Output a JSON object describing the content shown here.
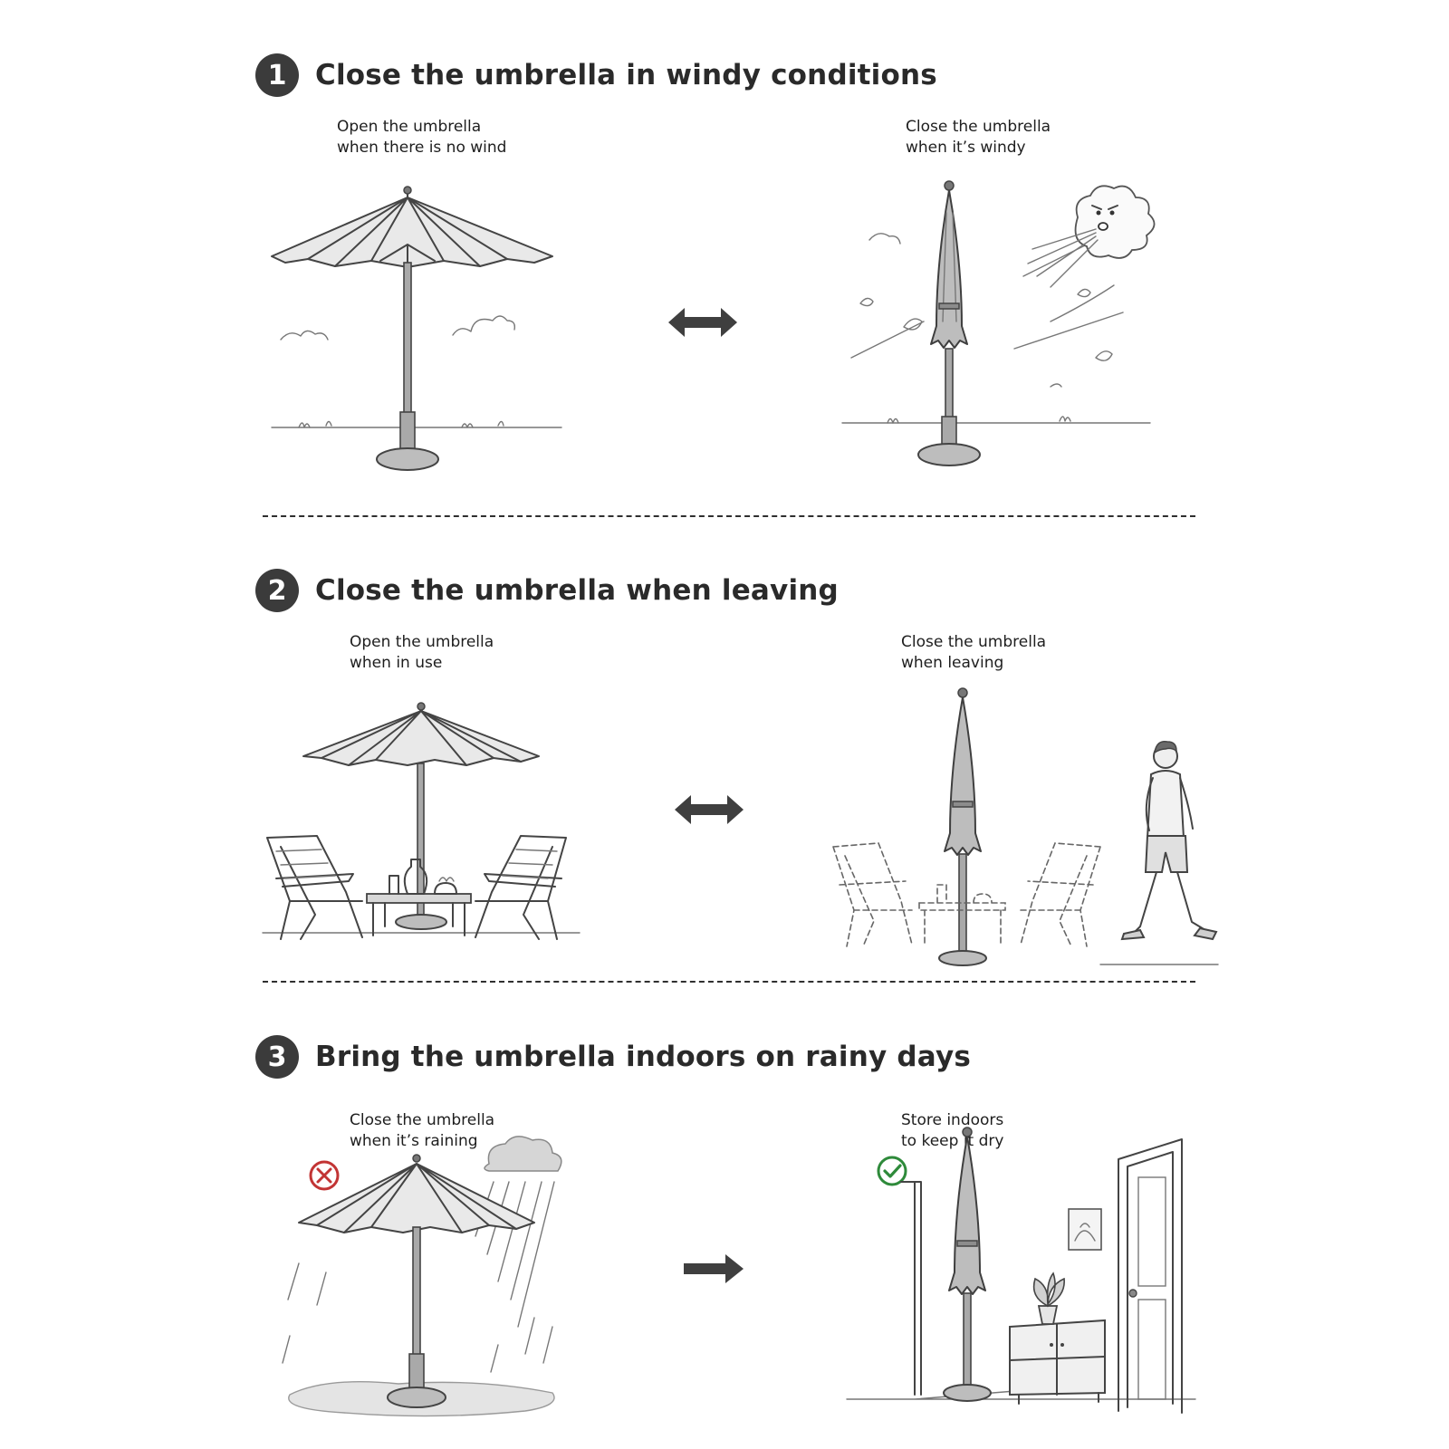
{
  "sections": [
    {
      "number": "1",
      "title": "Close the umbrella in windy conditions",
      "left_caption": [
        "Open the umbrella",
        "when there is no wind"
      ],
      "right_caption": [
        "Close the umbrella",
        "when it’s windy"
      ],
      "connector": "double-arrow-icon"
    },
    {
      "number": "2",
      "title": "Close the umbrella when leaving",
      "left_caption": [
        "Open the umbrella",
        "when in use"
      ],
      "right_caption": [
        "Close the umbrella",
        "when leaving"
      ],
      "connector": "double-arrow-icon"
    },
    {
      "number": "3",
      "title": "Bring the umbrella indoors on rainy days",
      "left_caption": [
        "Close the umbrella",
        "when it’s raining"
      ],
      "right_caption": [
        "Store indoors",
        "to keep it dry"
      ],
      "connector": "right-arrow-icon",
      "left_status": "cross-icon",
      "right_status": "check-icon"
    }
  ],
  "colors": {
    "badge": "#3b3b3b",
    "cross": "#c23434",
    "check": "#2e8a3a",
    "arrow": "#3f3f3f"
  }
}
